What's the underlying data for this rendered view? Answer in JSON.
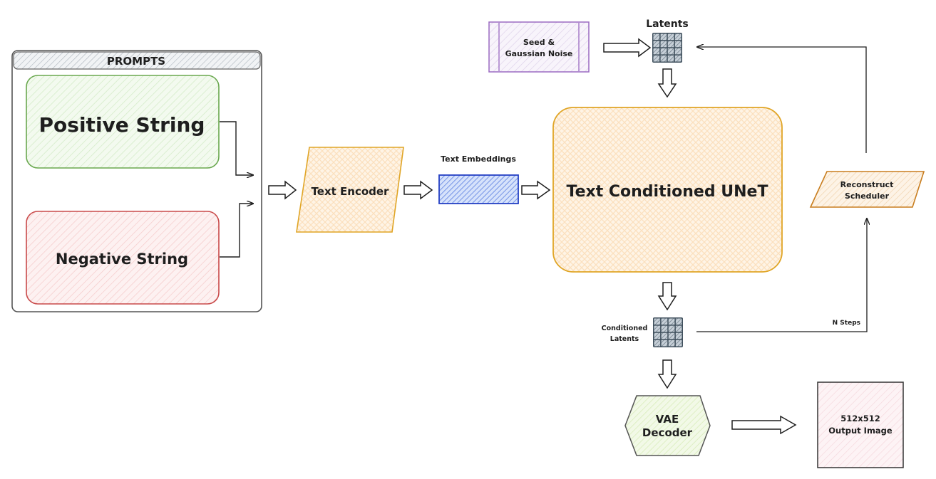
{
  "title": "Stable Diffusion inference pipeline",
  "colors": {
    "stroke": "#1e1e1e",
    "prompts_frame": "#868e96",
    "prompts_header_fill": "#dee2e6",
    "positive_stroke": "#6aa84f",
    "positive_fill": "#e6f4df",
    "negative_stroke": "#c94a4a",
    "negative_fill": "#fbe3e3",
    "encoder_stroke": "#e0a526",
    "encoder_fill": "#fdebd3",
    "embeddings_stroke": "#2540c4",
    "embeddings_fill": "#a9c2f5",
    "seed_stroke": "#9b6bc2",
    "seed_fill": "#f1eaf7",
    "latent_fill": "#3f4f5c",
    "latent_cell": "#b9c3cb",
    "unet_stroke": "#e0a526",
    "unet_fill": "#fdf0dc",
    "scheduler_stroke": "#c87d1e",
    "scheduler_fill": "#fbe7cf",
    "vae_stroke": "#555555",
    "vae_fill": "#e7f3d3",
    "output_stroke": "#333333",
    "output_fill": "#fbe6ea"
  },
  "nodes": {
    "prompts": {
      "label": "PROMPTS"
    },
    "positive": {
      "label": "Positive String"
    },
    "negative": {
      "label": "Negative String"
    },
    "text_encoder": {
      "label": "Text Encoder"
    },
    "text_embeddings": {
      "label": "Text Embeddings"
    },
    "seed": {
      "line1": "Seed &",
      "line2": "Gaussian Noise"
    },
    "latents": {
      "label": "Latents"
    },
    "unet": {
      "label": "Text Conditioned UNeT"
    },
    "scheduler": {
      "line1": "Reconstruct",
      "line2": "Scheduler"
    },
    "conditioned_latents": {
      "line1": "Conditioned",
      "line2": "Latents"
    },
    "n_steps": {
      "label": "N Steps"
    },
    "vae": {
      "line1": "VAE",
      "line2": "Decoder"
    },
    "output": {
      "line1": "512x512",
      "line2": "Output Image"
    }
  }
}
